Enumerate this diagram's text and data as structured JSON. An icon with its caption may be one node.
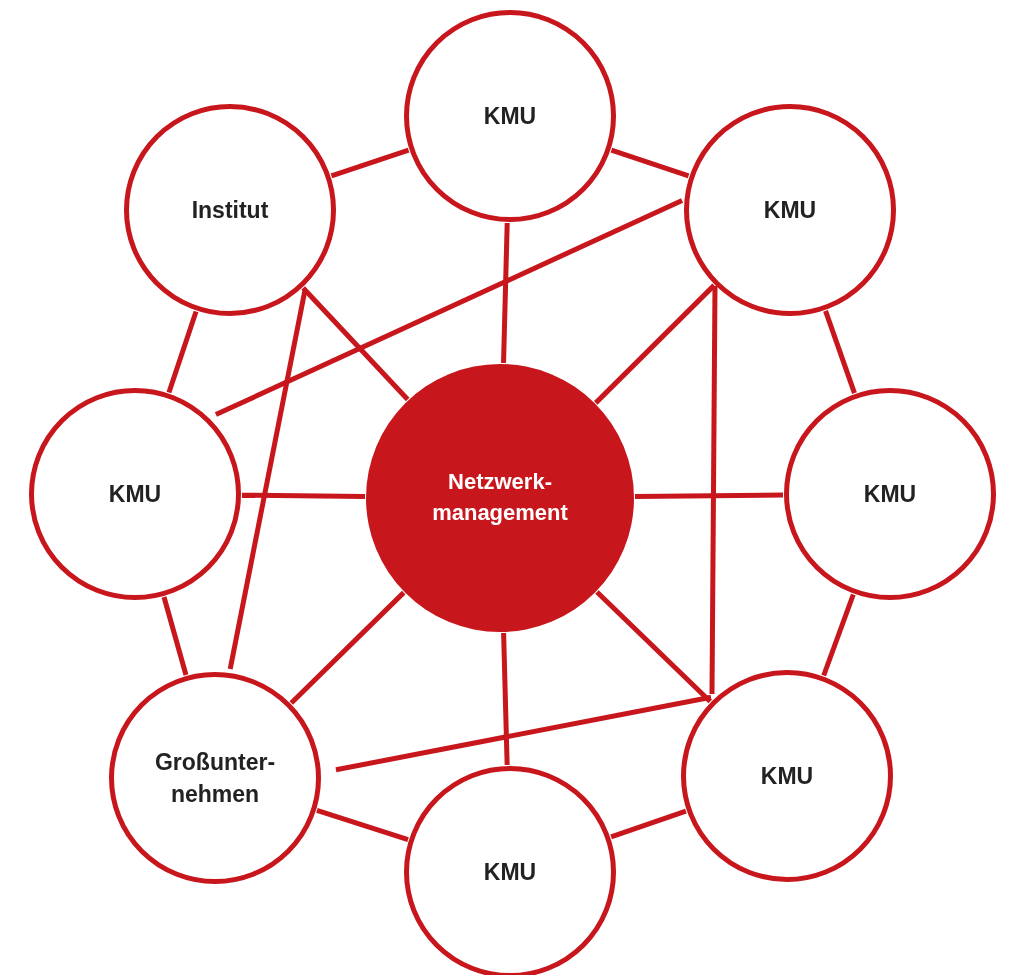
{
  "diagram": {
    "nodes": [
      {
        "text": [
          "Netzwerk-management"
        ]
      },
      {
        "text": [
          "KMU"
        ]
      },
      {
        "text": [
          "Institut"
        ]
      },
      {
        "text": [
          "KMU"
        ]
      },
      {
        "text": [
          "KMU"
        ]
      },
      {
        "text": [
          "KMU"
        ]
      },
      {
        "text": [
          "Großunter-nehmen"
        ]
      },
      {
        "text": [
          "KMU"
        ]
      },
      {
        "text": [
          "KMU"
        ]
      }
    ],
    "edges": [
      {
        "from": 1,
        "to": 2,
        "arrow": "none"
      },
      {
        "from": 1,
        "to": 3,
        "arrow": "none"
      },
      {
        "from": 3,
        "to": 5,
        "arrow": "none"
      },
      {
        "from": 5,
        "to": 8,
        "arrow": "none"
      },
      {
        "from": 8,
        "to": 7,
        "arrow": "none"
      },
      {
        "from": 7,
        "to": 6,
        "arrow": "none"
      },
      {
        "from": 6,
        "to": 4,
        "arrow": "none"
      },
      {
        "from": 4,
        "to": 2,
        "arrow": "none"
      },
      {
        "from": 0,
        "to": 1,
        "arrow": "none"
      },
      {
        "from": 0,
        "to": 2,
        "arrow": "none"
      },
      {
        "from": 0,
        "to": 3,
        "arrow": "none"
      },
      {
        "from": 0,
        "to": 4,
        "arrow": "none"
      },
      {
        "from": 0,
        "to": 5,
        "arrow": "none"
      },
      {
        "from": 0,
        "to": 6,
        "arrow": "none"
      },
      {
        "from": 0,
        "to": 7,
        "arrow": "none"
      },
      {
        "from": 0,
        "to": 8,
        "arrow": "none"
      },
      {
        "from": 3,
        "to": 4,
        "arrow": "none"
      },
      {
        "from": 2,
        "to": 6,
        "arrow": "none"
      },
      {
        "from": 3,
        "to": 8,
        "arrow": "none"
      },
      {
        "from": 6,
        "to": 8,
        "arrow": "none"
      }
    ]
  }
}
